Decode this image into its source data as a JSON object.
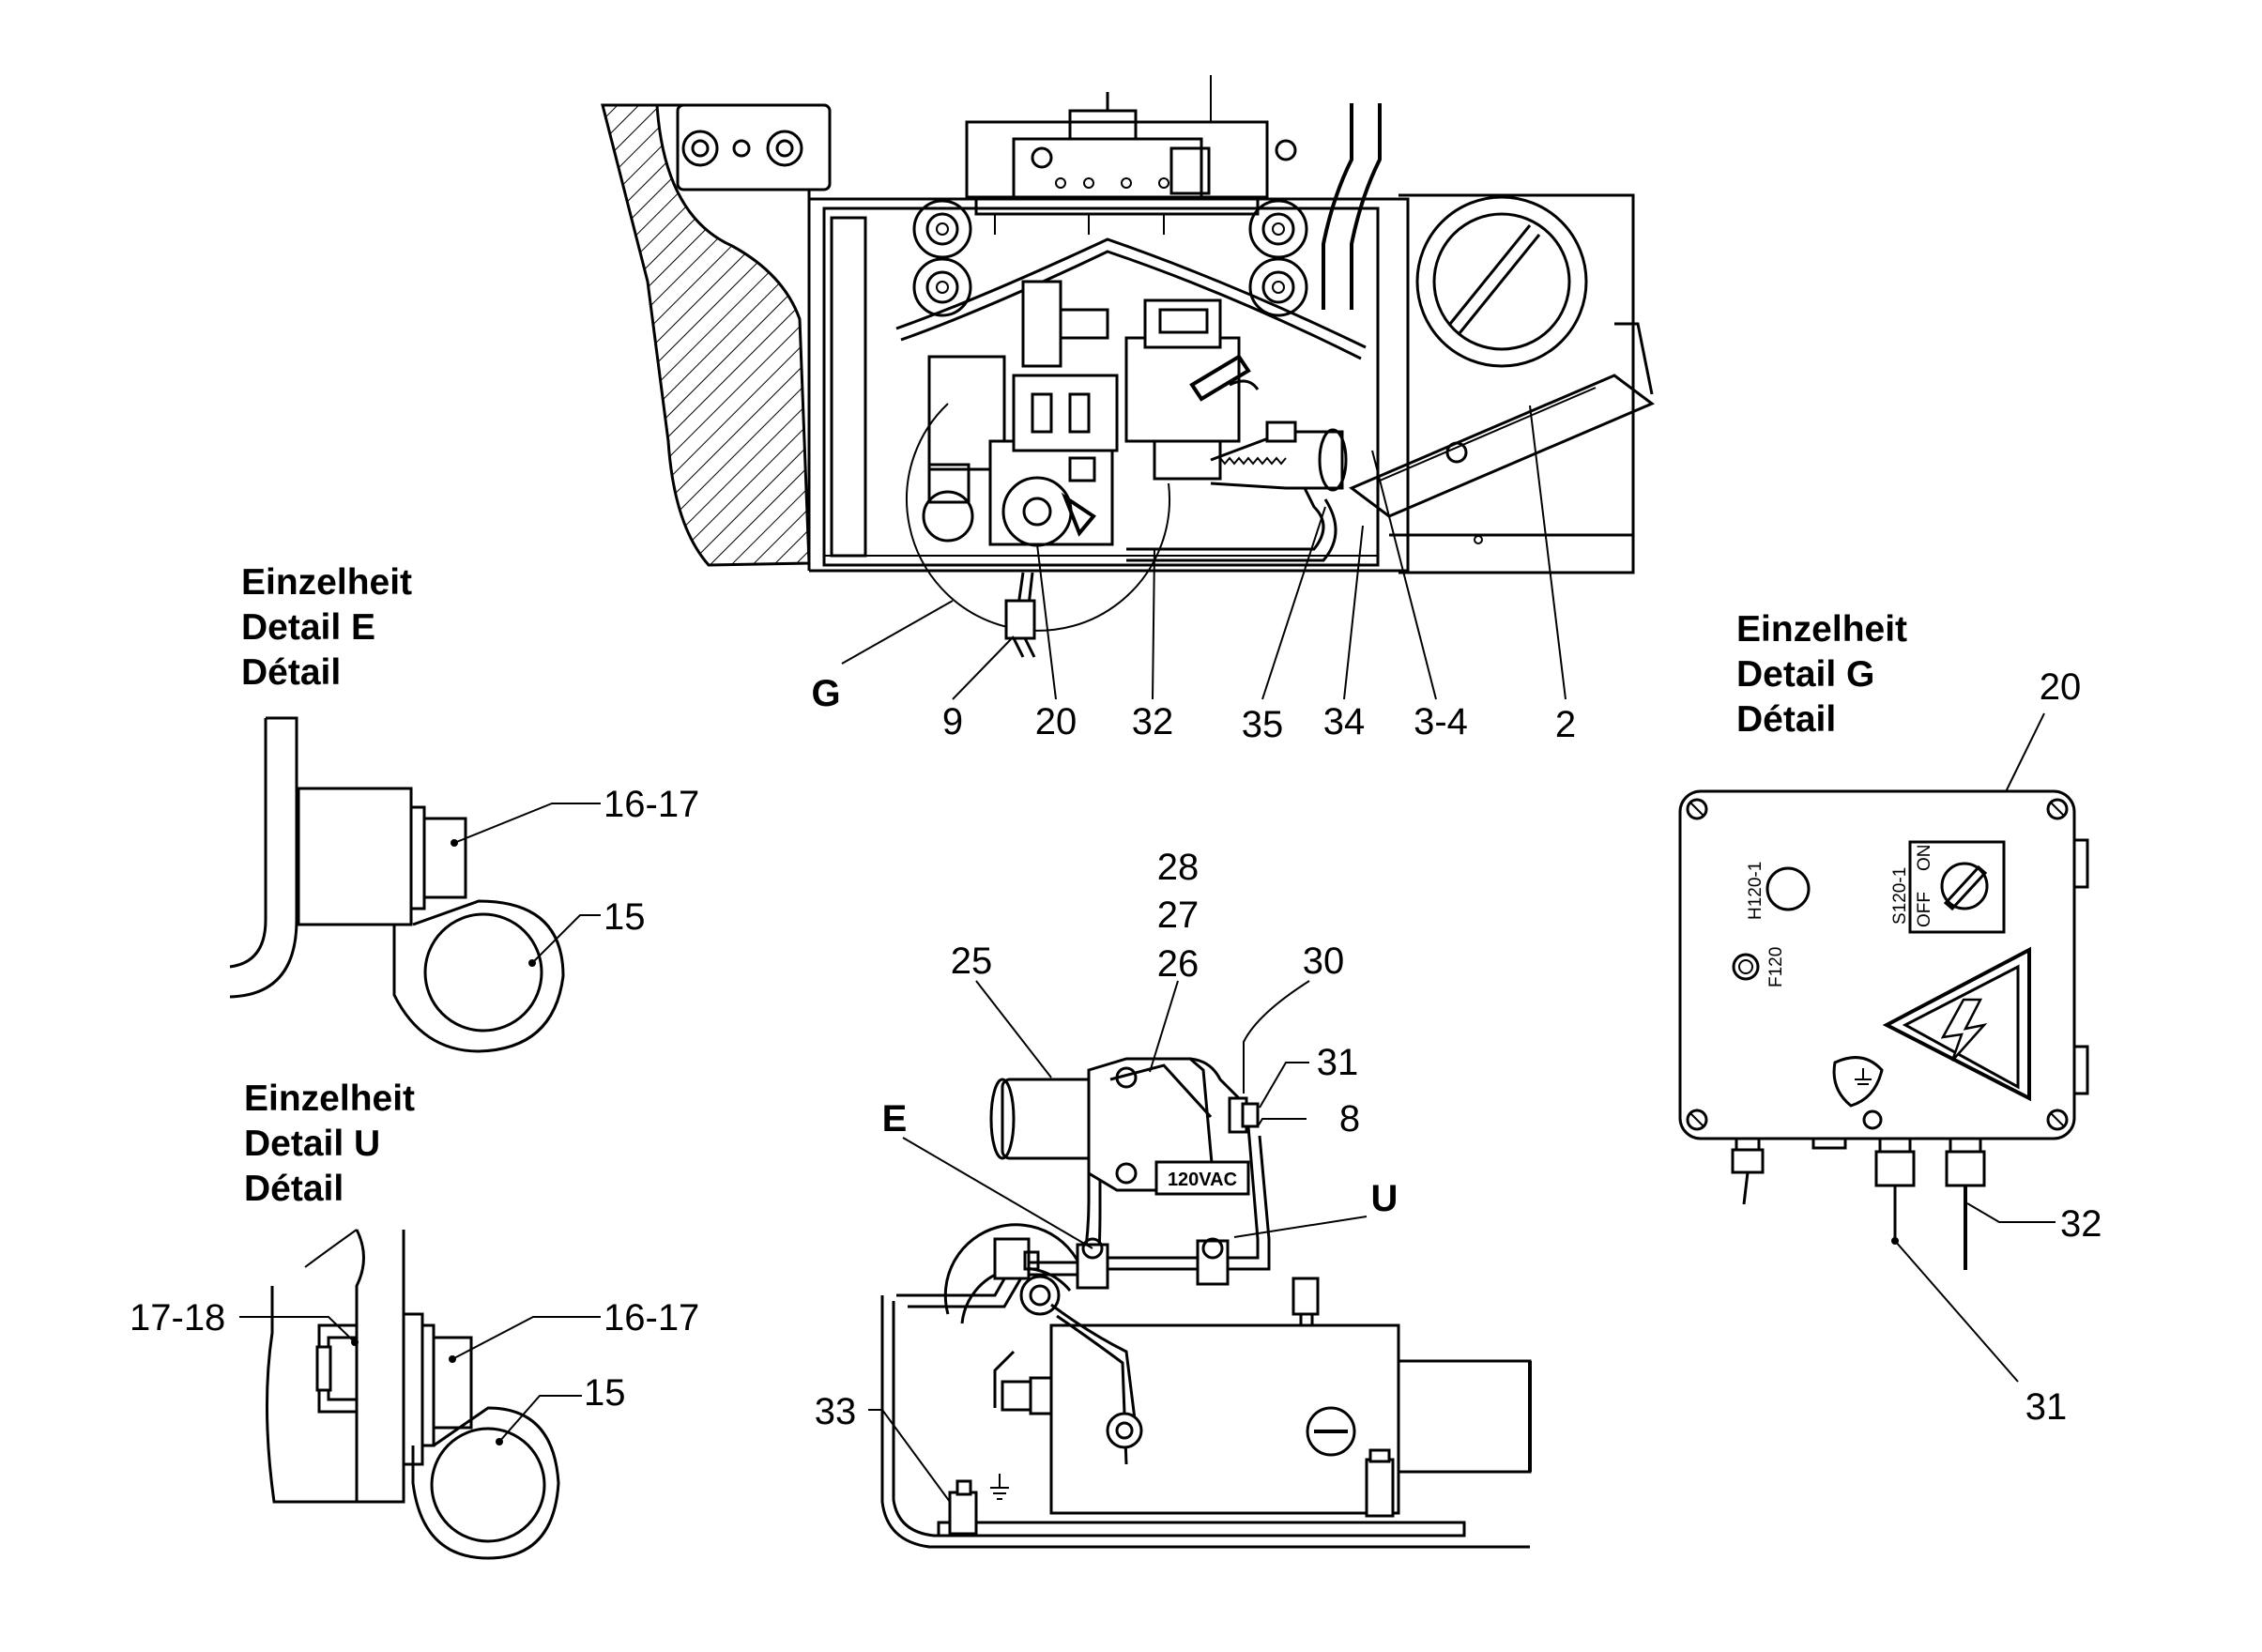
{
  "details": {
    "E": {
      "line1": "Einzelheit",
      "line2": "Detail  E",
      "line3": "Détail"
    },
    "U": {
      "line1": "Einzelheit",
      "line2": "Detail  U",
      "line3": "Détail"
    },
    "G": {
      "line1": "Einzelheit",
      "line2": "Detail  G",
      "line3": "Détail"
    }
  },
  "callouts": {
    "G": "G",
    "c9": "9",
    "c20_top": "20",
    "c32_top": "32",
    "c35": "35",
    "c34": "34",
    "c3_4": "3-4",
    "c2": "2",
    "c20_g": "20",
    "c16_17_e": "16-17",
    "c15_e": "15",
    "c17_18_u": "17-18",
    "c16_17_u": "16-17",
    "c15_u": "15",
    "c28": "28",
    "c27": "27",
    "c26": "26",
    "c25": "25",
    "c30": "30",
    "c31_mid": "31",
    "c8": "8",
    "E": "E",
    "U": "U",
    "c33": "33",
    "c32_g": "32",
    "c31_g": "31"
  },
  "box_labels": {
    "h120": "H120-1",
    "f120": "F120",
    "s120": "S120-1",
    "off": "OFF",
    "on": "ON"
  },
  "voltage_badge": "120VAC"
}
